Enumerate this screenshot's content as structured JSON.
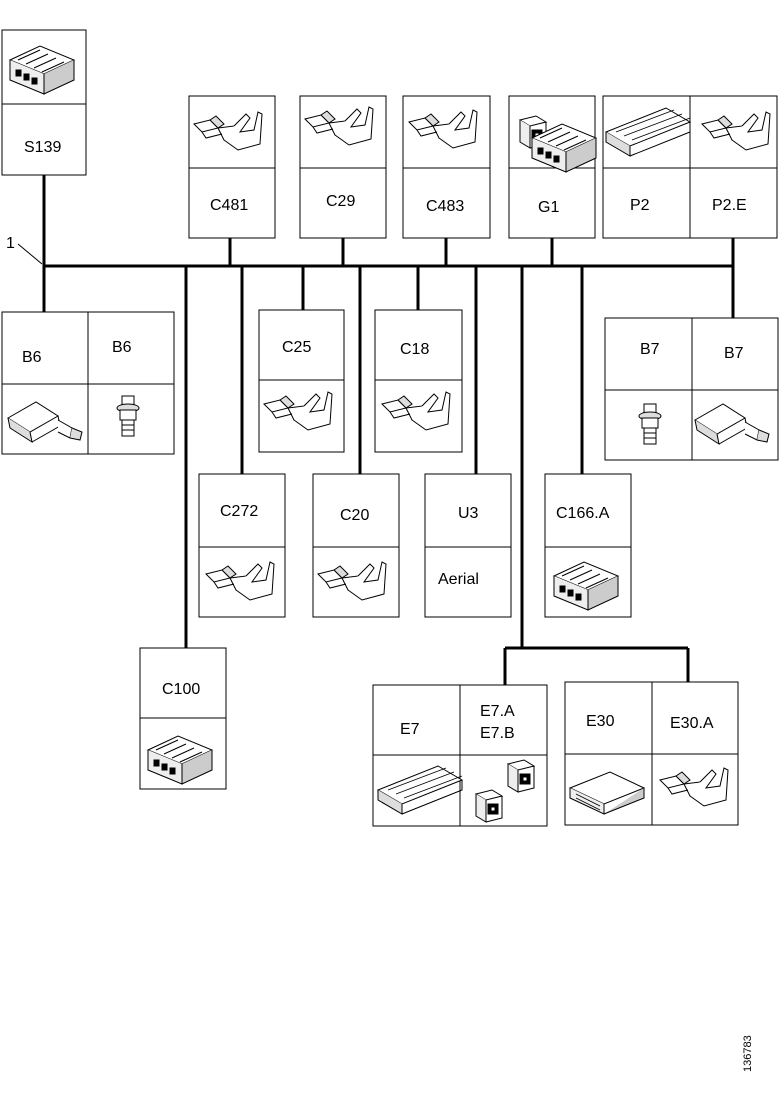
{
  "callout": "1",
  "doc_id": "136783",
  "components": {
    "S139": "S139",
    "C481": "C481",
    "C29": "C29",
    "C483": "C483",
    "G1": "G1",
    "P2": "P2",
    "P2E": "P2.E",
    "B6a": "B6",
    "B6b": "B6",
    "C25": "C25",
    "C18": "C18",
    "B7a": "B7",
    "B7b": "B7",
    "C272": "C272",
    "C20": "C20",
    "U3": "U3",
    "U3sub": "Aerial",
    "C166A": "C166.A",
    "C100": "C100",
    "E7": "E7",
    "E7A": "E7.A",
    "E7B": "E7.B",
    "E30": "E30",
    "E30A": "E30.A"
  }
}
